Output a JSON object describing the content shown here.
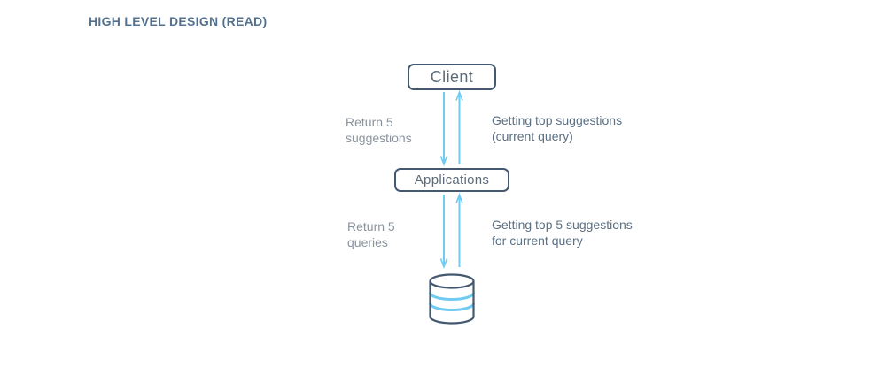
{
  "page": {
    "title": "HIGH LEVEL DESIGN (READ)"
  },
  "nodes": {
    "client": {
      "label": "Client"
    },
    "applications": {
      "label": "Applications"
    },
    "database": {
      "icon": "database-icon"
    }
  },
  "edges": {
    "client_app": {
      "down_label": {
        "line1": "Return 5",
        "line2": "suggestions"
      },
      "up_label": {
        "line1": "Getting top suggestions",
        "line2": "(current query)"
      }
    },
    "app_db": {
      "down_label": {
        "line1": "Return 5",
        "line2": "queries"
      },
      "up_label": {
        "line1": "Getting top 5 suggestions",
        "line2": "for current query"
      }
    }
  },
  "colors": {
    "title_text": "#53708E",
    "node_border": "#44596F",
    "node_text": "#5D6B79",
    "label_muted": "#8A939E",
    "label_slate": "#5C7083",
    "arrow_blue": "#70CBF3"
  }
}
